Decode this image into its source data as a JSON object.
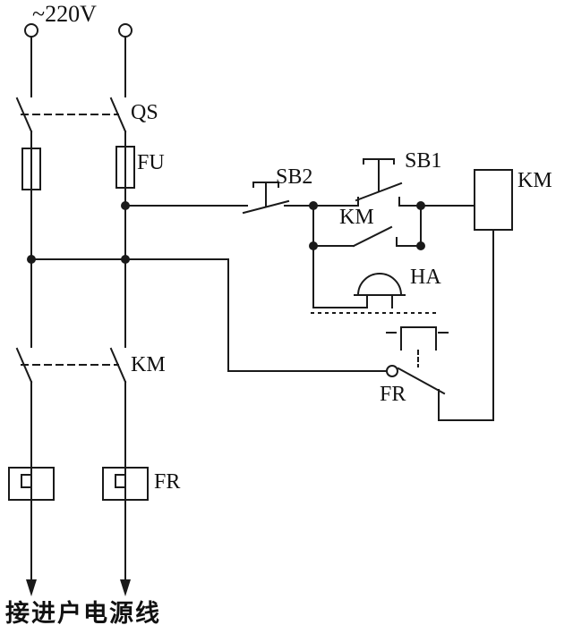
{
  "diagram": {
    "supply_label": "~220V",
    "caption": "接进户电源线",
    "labels": {
      "qs": "QS",
      "fu": "FU",
      "sb2": "SB2",
      "sb1": "SB1",
      "km_coil": "KM",
      "km_aux": "KM",
      "ha": "HA",
      "fr_contact": "FR",
      "km_main": "KM",
      "fr_heater": "FR"
    },
    "line_color": "#1a1a1a",
    "background": "#ffffff"
  }
}
